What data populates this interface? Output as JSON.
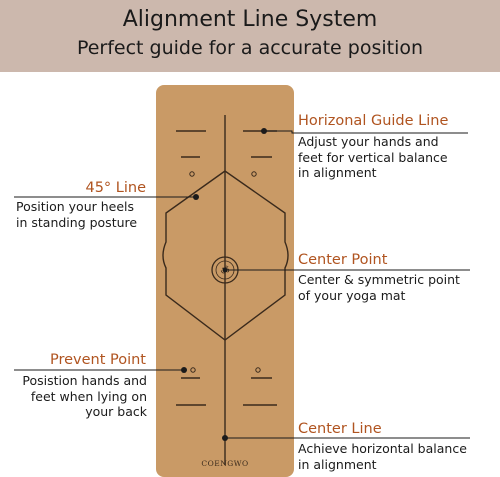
{
  "header": {
    "title": "Alignment Line System",
    "subtitle": "Perfect guide for a accurate position"
  },
  "mat": {
    "brand": "COENGWO",
    "color": "#c99a66",
    "line_color": "#3a2a1c"
  },
  "callouts": {
    "horizontal_guide": {
      "title": "Horizonal Guide Line",
      "desc": [
        "Adjust your hands and",
        "feet for vertical balance",
        "in alignment"
      ]
    },
    "line_45": {
      "title": "45° Line",
      "desc": [
        "Position your heels",
        "in standing posture"
      ]
    },
    "center_point": {
      "title": "Center Point",
      "desc": [
        "Center & symmetric point",
        "of your yoga mat"
      ]
    },
    "prevent_point": {
      "title": "Prevent Point",
      "desc": [
        "Posistion hands and",
        "feet when lying on",
        "your back"
      ]
    },
    "center_line": {
      "title": "Center Line",
      "desc": [
        "Achieve horizontal balance",
        "in alignment"
      ]
    }
  },
  "colors": {
    "banner": "#ccb8ad",
    "accent": "#b05420"
  }
}
